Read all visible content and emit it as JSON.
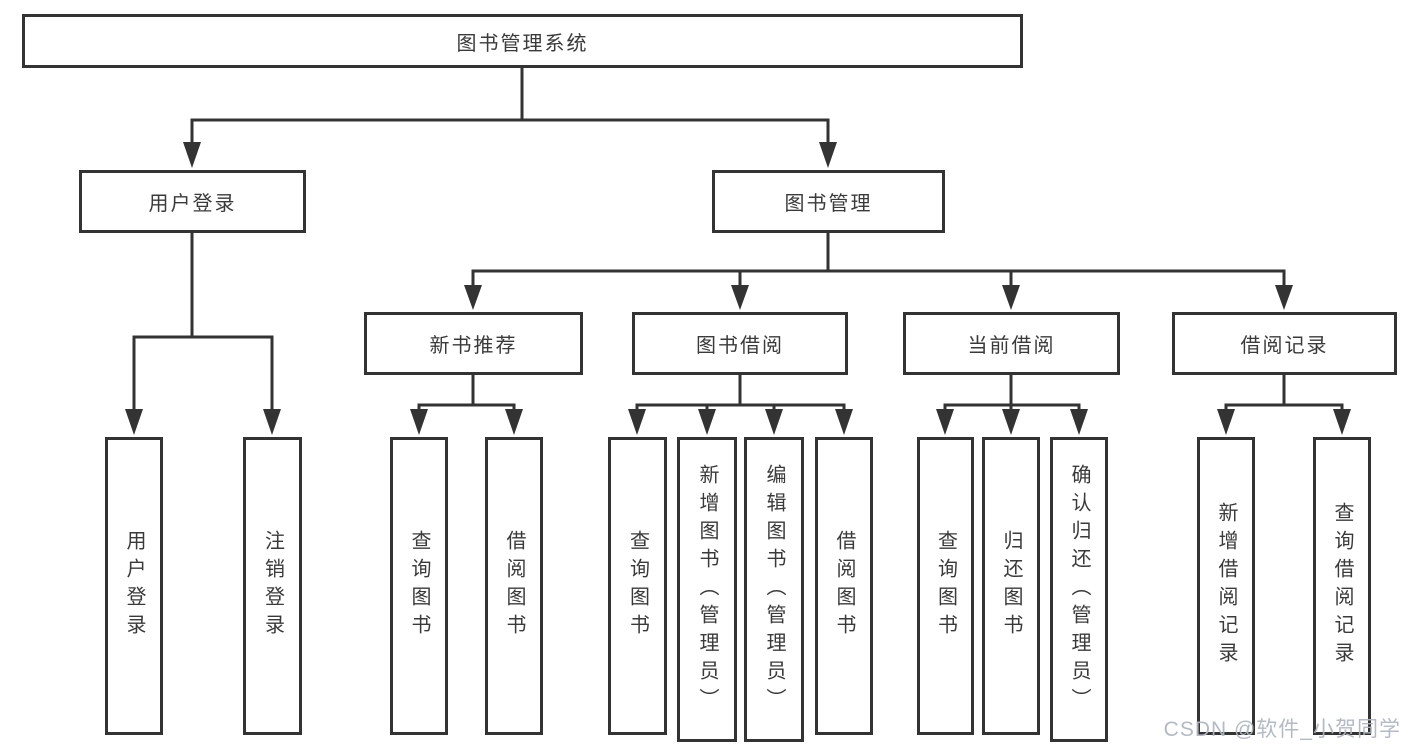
{
  "nodes": {
    "root": "图书管理系统",
    "user_login": "用户登录",
    "book_mgmt": "图书管理",
    "new_book_rec": "新书推荐",
    "book_borrow": "图书借阅",
    "current_borrow": "当前借阅",
    "borrow_record": "借阅记录",
    "leaf_user_login": "用户登录",
    "leaf_logout": "注销登录",
    "leaf_query_book_1": "查询图书",
    "leaf_borrow_book_1": "借阅图书",
    "leaf_query_book_2": "查询图书",
    "leaf_add_book": "新增图书（管理员）",
    "leaf_edit_book": "编辑图书（管理员）",
    "leaf_borrow_book_2": "借阅图书",
    "leaf_query_book_3": "查询图书",
    "leaf_return_book": "归还图书",
    "leaf_confirm_return": "确认归还（管理员）",
    "leaf_add_borrow_record": "新增借阅记录",
    "leaf_query_borrow_record": "查询借阅记录"
  },
  "watermark": "CSDN @软件_小贺同学",
  "colors": {
    "line": "#333333",
    "box_border": "#333333",
    "text": "#3a3a3a",
    "background": "#ffffff",
    "watermark": "#b0b6c0"
  }
}
